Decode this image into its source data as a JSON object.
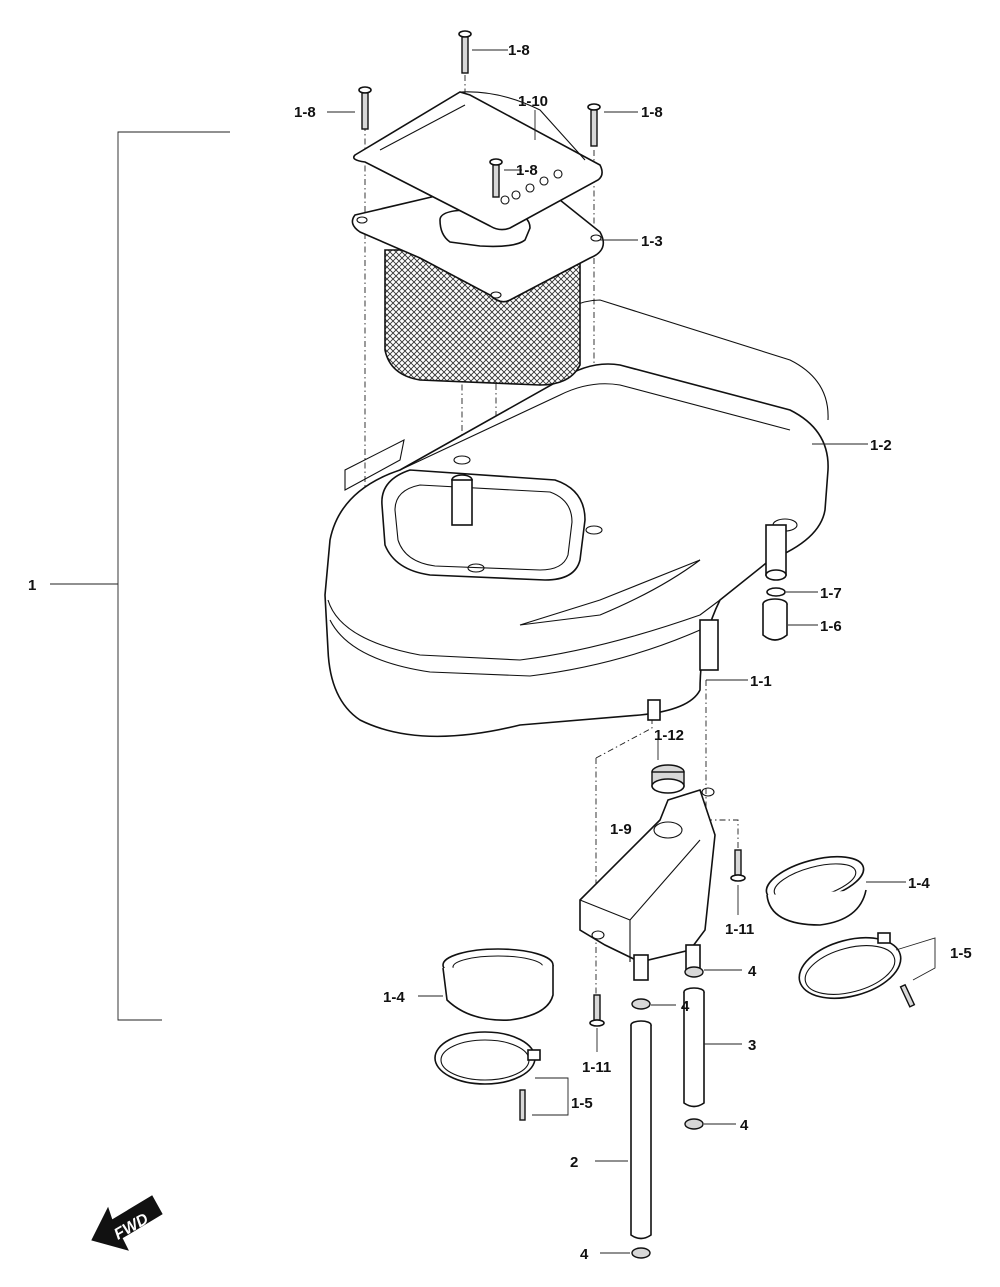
{
  "labels": {
    "assembly": "1",
    "screw_1_8": "1-8",
    "cover_1_10": "1-10",
    "element_1_3": "1-3",
    "case_1_2": "1-2",
    "ring_1_7": "1-7",
    "cap_1_6": "1-6",
    "case_1_1": "1-1",
    "grommet_1_12": "1-12",
    "duct_1_9": "1-9",
    "joint_1_4": "1-4",
    "screw_1_11": "1-11",
    "band_1_5": "1-5",
    "clip_4": "4",
    "tube_3": "3",
    "tube_2": "2"
  },
  "fwd": "FWD",
  "colors": {
    "line": "#111111",
    "background": "#ffffff",
    "mesh": "#555555"
  }
}
